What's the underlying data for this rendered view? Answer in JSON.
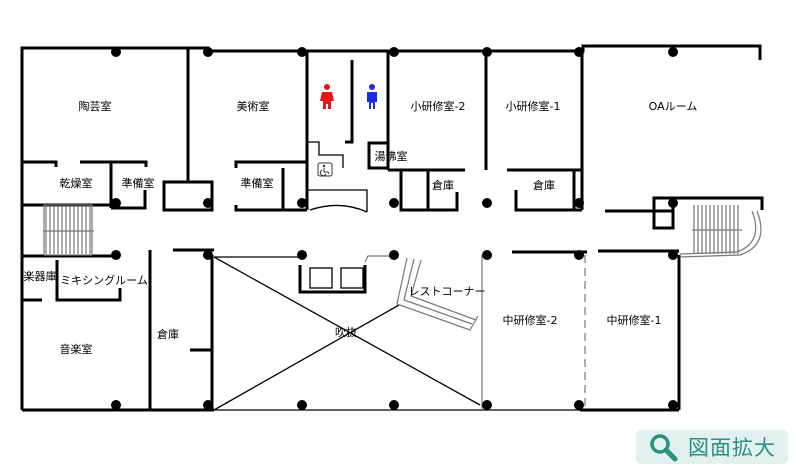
{
  "rooms": {
    "pottery": "陶芸室",
    "art": "美術室",
    "small_training_2": "小研修室-2",
    "small_training_1": "小研修室-1",
    "oa_room": "OAルーム",
    "kitchenette": "湯沸室",
    "drying": "乾燥室",
    "prep_1": "準備室",
    "prep_2": "準備室",
    "storage_1": "倉庫",
    "storage_2": "倉庫",
    "storage_3": "倉庫",
    "instrument_storage": "楽器庫",
    "mixing_room": "ミキシングルーム",
    "rest_corner": "レストコーナー",
    "atrium": "吹抜",
    "music_room": "音楽室",
    "mid_training_2": "中研修室-2",
    "mid_training_1": "中研修室-1"
  },
  "icons": {
    "female_toilet_color": "#e8141b",
    "male_toilet_color": "#1a2be0"
  },
  "zoom_button": {
    "label": "図面拡大",
    "color": "#2a9180",
    "bg": "#e2f1ee"
  }
}
